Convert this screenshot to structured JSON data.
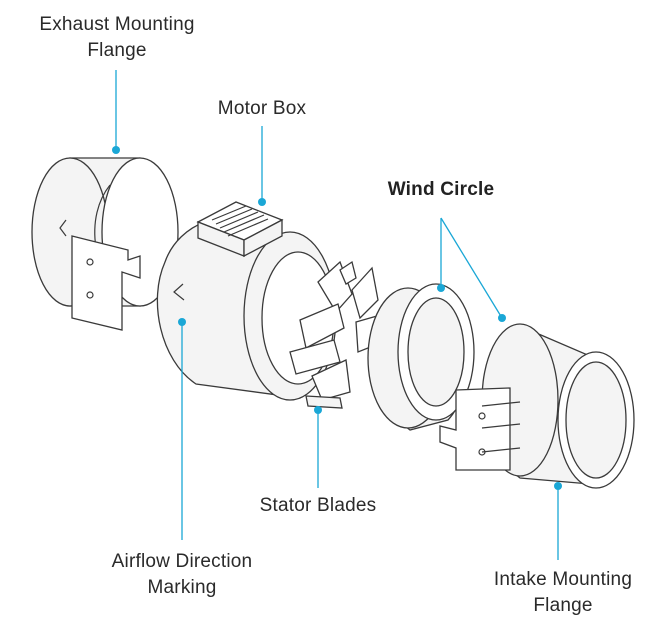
{
  "colors": {
    "accent": "#1aa7d6",
    "outline": "#3a3a3a"
  },
  "labels": {
    "exhaust_flange": {
      "line1": "Exhaust Mounting",
      "line2": "Flange"
    },
    "motor_box": "Motor Box",
    "wind_circle": "Wind Circle",
    "stator_blades": "Stator Blades",
    "airflow_marking": {
      "line1": "Airflow Direction",
      "line2": "Marking"
    },
    "intake_flange": {
      "line1": "Intake Mounting",
      "line2": "Flange"
    }
  }
}
